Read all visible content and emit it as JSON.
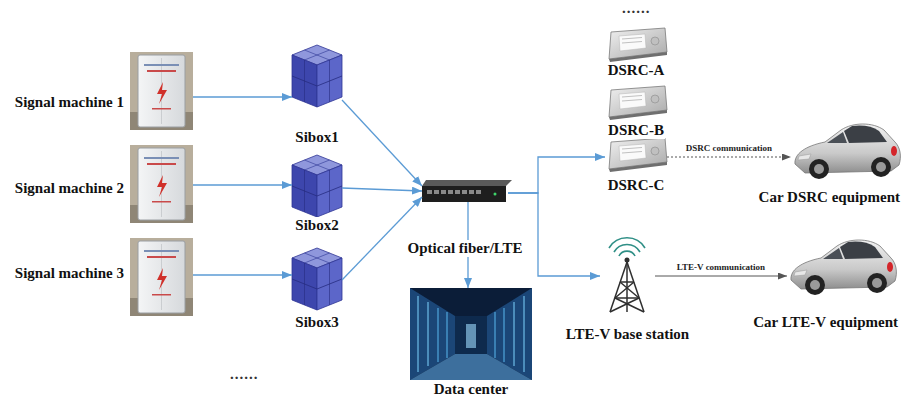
{
  "diagram": {
    "nodes": [
      {
        "text": [
          "Signal machine 1"
        ]
      },
      {
        "text": [
          "Signal machine 2"
        ]
      },
      {
        "text": [
          "Signal machine 3"
        ]
      },
      {
        "text": [
          "Sibox1"
        ]
      },
      {
        "text": [
          "Sibox2"
        ]
      },
      {
        "text": [
          "Sibox3"
        ]
      },
      {
        "text": [
          "Optical fiber/LTE"
        ]
      },
      {
        "text": [
          "Data center"
        ]
      },
      {
        "text": [
          "DSRC-A"
        ]
      },
      {
        "text": [
          "DSRC-B"
        ]
      },
      {
        "text": [
          "DSRC-C"
        ]
      },
      {
        "text": [
          "LTE-V base station"
        ]
      },
      {
        "text": [
          "Car DSRC equipment"
        ]
      },
      {
        "text": [
          "Car LTE-V equipment"
        ]
      }
    ],
    "edges": [
      {
        "from": 0,
        "to": 3,
        "arrow": "to"
      },
      {
        "from": 1,
        "to": 4,
        "arrow": "to"
      },
      {
        "from": 2,
        "to": 5,
        "arrow": "to"
      },
      {
        "from": 3,
        "to": 6,
        "arrow": "to"
      },
      {
        "from": 4,
        "to": 6,
        "arrow": "to"
      },
      {
        "from": 5,
        "to": 6,
        "arrow": "to"
      },
      {
        "from": 6,
        "to": 7,
        "arrow": "to"
      },
      {
        "from": 6,
        "to": 10,
        "arrow": "to"
      },
      {
        "from": 6,
        "to": 11,
        "arrow": "to"
      },
      {
        "from": 10,
        "to": 12,
        "label": "DSRC communication",
        "arrow": "to"
      },
      {
        "from": 11,
        "to": 13,
        "label": "LTE-V communication",
        "arrow": "to"
      }
    ],
    "labels": [
      "......",
      "......"
    ]
  }
}
